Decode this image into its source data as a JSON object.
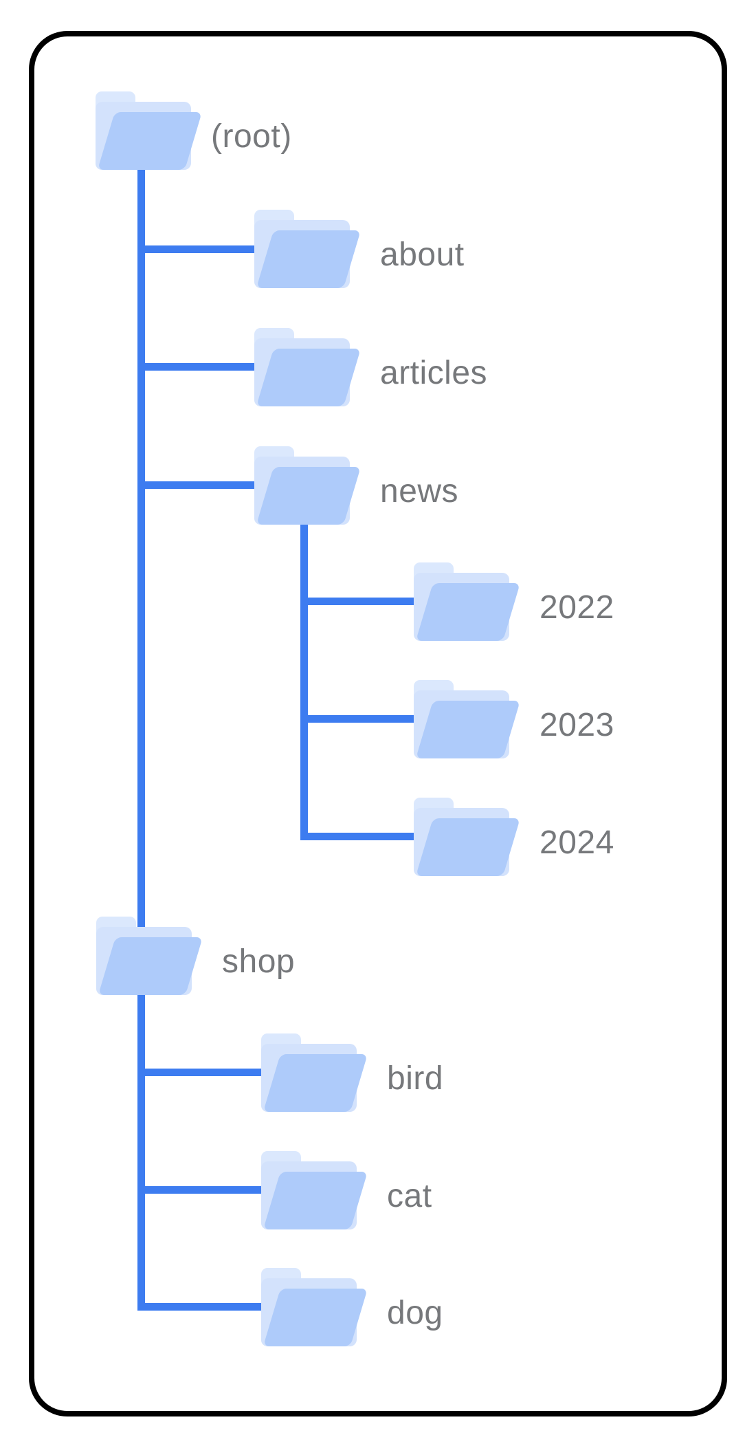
{
  "diagram": {
    "type": "folder-tree",
    "colors": {
      "connector_blue": "#3d7cf0",
      "folder_front": "#aecbfa",
      "folder_middle": "#d3e2fc",
      "folder_back": "#dbe8fd",
      "label_gray": "#76787b",
      "card_border": "#000000",
      "background": "#ffffff"
    }
  },
  "tree": {
    "nodes": [
      {
        "id": "root",
        "label": "(root)",
        "parent": null,
        "depth": 0
      },
      {
        "id": "about",
        "label": "about",
        "parent": "root",
        "depth": 1
      },
      {
        "id": "articles",
        "label": "articles",
        "parent": "root",
        "depth": 1
      },
      {
        "id": "news",
        "label": "news",
        "parent": "root",
        "depth": 1
      },
      {
        "id": "y2022",
        "label": "2022",
        "parent": "news",
        "depth": 2
      },
      {
        "id": "y2023",
        "label": "2023",
        "parent": "news",
        "depth": 2
      },
      {
        "id": "y2024",
        "label": "2024",
        "parent": "news",
        "depth": 2
      },
      {
        "id": "shop",
        "label": "shop",
        "parent": "root",
        "depth": 1
      },
      {
        "id": "bird",
        "label": "bird",
        "parent": "shop",
        "depth": 2
      },
      {
        "id": "cat",
        "label": "cat",
        "parent": "shop",
        "depth": 2
      },
      {
        "id": "dog",
        "label": "dog",
        "parent": "shop",
        "depth": 2
      }
    ]
  }
}
